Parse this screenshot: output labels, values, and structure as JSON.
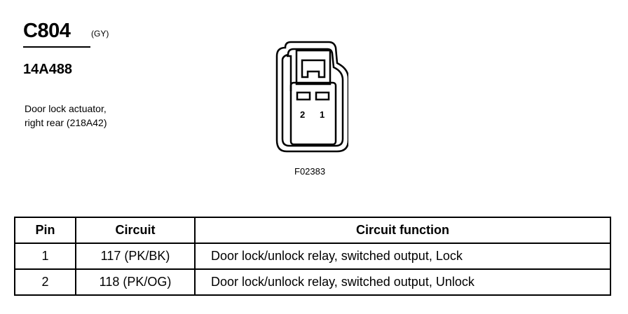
{
  "connector": {
    "id": "C804",
    "color": "(GY)",
    "part_number": "14A488",
    "description_line1": "Door lock actuator,",
    "description_line2": "right rear (218A42)"
  },
  "figure": {
    "code": "F02383",
    "pin_labels": [
      "2",
      "1"
    ]
  },
  "table": {
    "headers": [
      "Pin",
      "Circuit",
      "Circuit function"
    ],
    "rows": [
      {
        "pin": "1",
        "circuit": "117 (PK/BK)",
        "function": "Door lock/unlock relay, switched output, Lock"
      },
      {
        "pin": "2",
        "circuit": "118 (PK/OG)",
        "function": "Door lock/unlock relay, switched output, Unlock"
      }
    ]
  }
}
